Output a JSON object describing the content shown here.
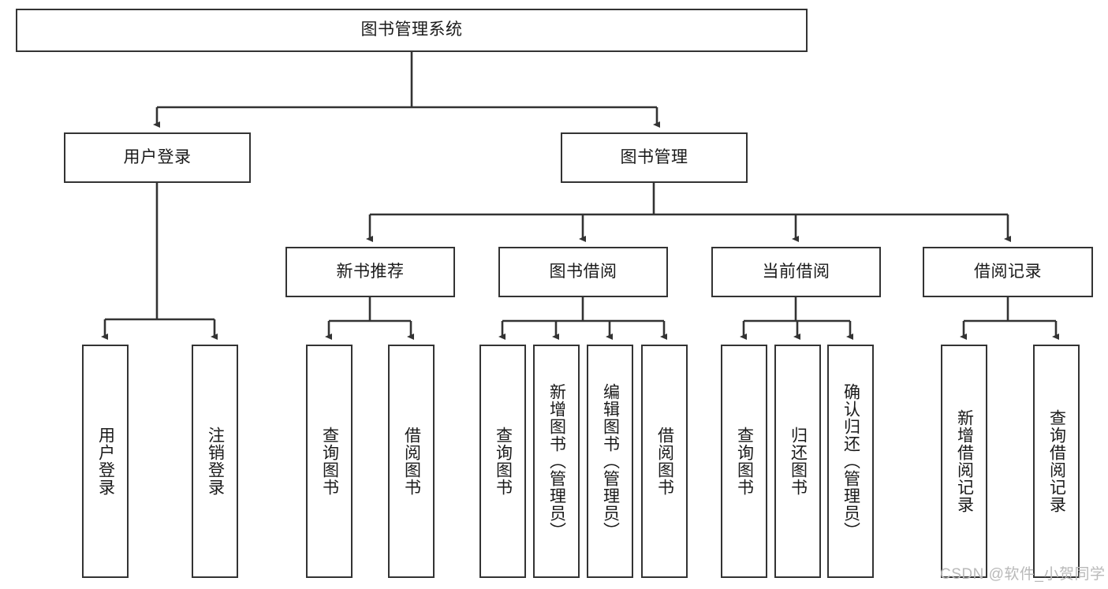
{
  "diagram": {
    "type": "hierarchy-tree",
    "title": "图书管理系统",
    "orientation": "top-down",
    "watermark": "CSDN @软件_小贺同学",
    "colors": {
      "node_border": "#333333",
      "node_fill": "#ffffff",
      "edge": "#333333",
      "text": "#1a1a1a",
      "watermark": "#b9b9b9"
    },
    "nodes": {
      "root": {
        "label": "图书管理系统"
      },
      "level2": [
        {
          "label": "用户登录"
        },
        {
          "label": "图书管理"
        }
      ],
      "level3": [
        {
          "label": "新书推荐"
        },
        {
          "label": "图书借阅"
        },
        {
          "label": "当前借阅"
        },
        {
          "label": "借阅记录"
        }
      ],
      "leaves": {
        "user_login": [
          {
            "label": "用户登录"
          },
          {
            "label": "注销登录"
          }
        ],
        "new_book_recommend": [
          {
            "label": "查询图书"
          },
          {
            "label": "借阅图书"
          }
        ],
        "book_borrow": [
          {
            "label": "查询图书"
          },
          {
            "label": "新增图书（管理员）"
          },
          {
            "label": "编辑图书（管理员）"
          },
          {
            "label": "借阅图书"
          }
        ],
        "current_borrow": [
          {
            "label": "查询图书"
          },
          {
            "label": "归还图书"
          },
          {
            "label": "确认归还（管理员）"
          }
        ],
        "borrow_record": [
          {
            "label": "新增借阅记录"
          },
          {
            "label": "查询借阅记录"
          }
        ]
      }
    }
  }
}
